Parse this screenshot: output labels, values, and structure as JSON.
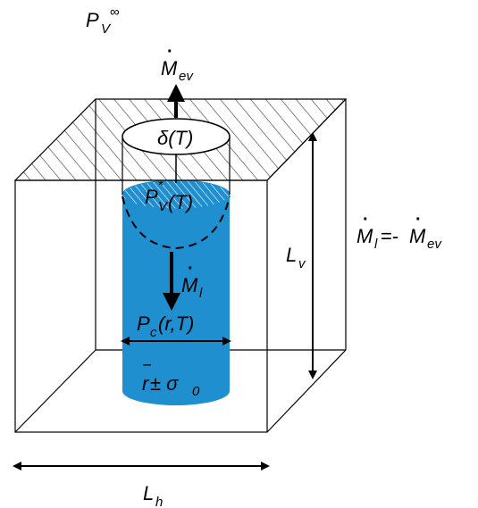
{
  "labels": {
    "p_v_inf": {
      "base": "P",
      "sub": "V",
      "sup": "∞"
    },
    "m_ev": {
      "base": "M",
      "sub": "ev",
      "dot": "·"
    },
    "delta_t": "δ(T)",
    "p_v_star": {
      "base": "P",
      "sub": "V",
      "sup": "*",
      "arg": "(T)"
    },
    "m_l": {
      "base": "M",
      "sub": "l",
      "dot": "·"
    },
    "p_c": {
      "base": "P",
      "sub": "c",
      "arg": "(r,T)"
    },
    "r_sigma": {
      "base": "r",
      "op": " ± σ",
      "sub": "0",
      "bar": "‾"
    },
    "l_v": {
      "base": "L",
      "sub": "v"
    },
    "l_h": {
      "base": "L",
      "sub": "h"
    },
    "balance": {
      "lhs": "M",
      "lhs_sub": "l",
      "eq": "=-",
      "rhs": "M",
      "rhs_sub": "ev",
      "dot": "·"
    }
  },
  "colors": {
    "liquid": "#1f8fd0",
    "outline": "#000000",
    "hatch": "#4a4a4a"
  }
}
